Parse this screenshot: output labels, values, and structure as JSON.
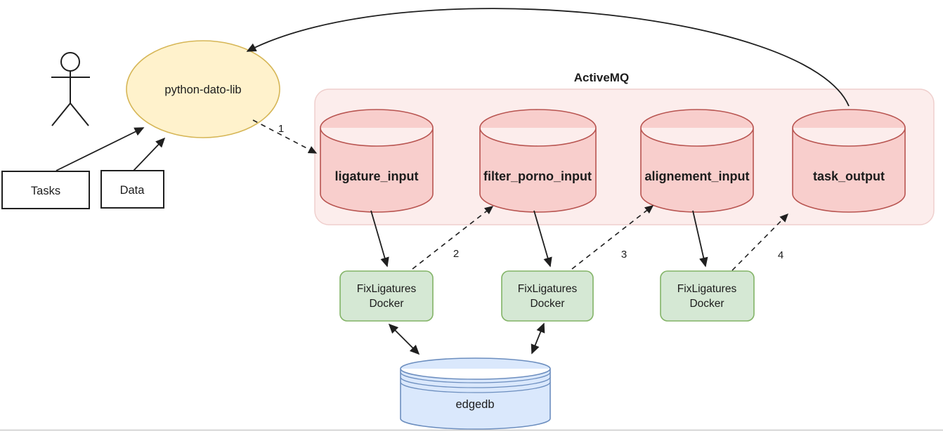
{
  "nodes": {
    "tasks": "Tasks",
    "data": "Data",
    "python_lib": "python-dato-lib",
    "activemq_title": "ActiveMQ",
    "queues": [
      "ligature_input",
      "filter_porno_input",
      "alignement_input",
      "task_output"
    ],
    "workers": [
      {
        "line1": "FixLigatures",
        "line2": "Docker"
      },
      {
        "line1": "FixLigatures",
        "line2": "Docker"
      },
      {
        "line1": "FixLigatures",
        "line2": "Docker"
      }
    ],
    "edgedb": "edgedb"
  },
  "edge_labels": {
    "step1": "1",
    "step2": "2",
    "step3": "3",
    "step4": "4"
  },
  "colors": {
    "queue_fill": "#F8CECC",
    "queue_stroke": "#B85450",
    "broker_fill": "#FCEDEC",
    "broker_stroke": "#EFCFCD",
    "broker_title": "#C0392B",
    "service_fill": "#FFF2CC",
    "service_stroke": "#D6B656",
    "worker_fill": "#D5E8D4",
    "worker_stroke": "#82B366",
    "db_fill": "#DAE8FC",
    "db_stroke": "#6C8EBF",
    "edge": "#1F1F1F"
  }
}
